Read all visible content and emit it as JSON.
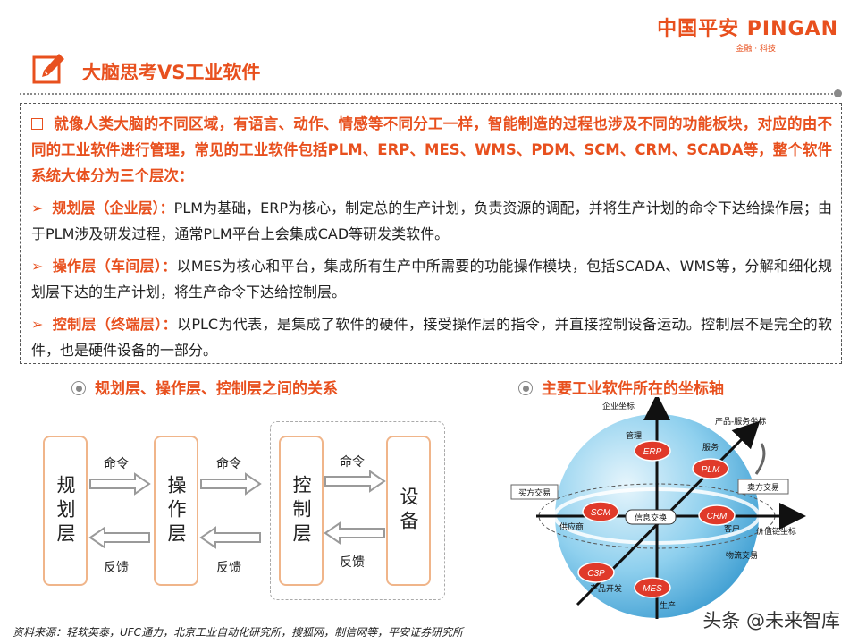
{
  "logo": {
    "text": "中国平安 PINGAN",
    "sub": "金融 · 科技"
  },
  "title": "大脑思考VS工业软件",
  "intro": {
    "text": "就像人类大脑的不同区域，有语言、动作、情感等不同分工一样，智能制造的过程也涉及不同的功能板块，对应的由不同的工业软件进行管理，常见的工业软件包括PLM、ERP、MES、WMS、PDM、SCM、CRM、SCADA等，整个软件系统大体分为三个层次："
  },
  "layers": [
    {
      "name": "规划层（企业层）：",
      "desc": "PLM为基础，ERP为核心，制定总的生产计划，负责资源的调配，并将生产计划的命令下达给操作层；由于PLM涉及研发过程，通常PLM平台上会集成CAD等研发类软件。"
    },
    {
      "name": "操作层（车间层）：",
      "desc": "以MES为核心和平台，集成所有生产中所需要的功能操作模块，包括SCADA、WMS等，分解和细化规划层下达的生产计划，将生产命令下达给控制层。"
    },
    {
      "name": "控制层（终端层）：",
      "desc": "以PLC为代表，是集成了软件的硬件，接受操作层的指令，并直接控制设备运动。控制层不是完全的软件，也是硬件设备的一部分。"
    }
  ],
  "left_section": {
    "title": "规划层、操作层、控制层之间的关系",
    "boxes": [
      "规划层",
      "操作层",
      "控制层",
      "设备"
    ],
    "command": "命令",
    "feedback": "反馈"
  },
  "right_section": {
    "title": "主要工业软件所在的坐标轴",
    "axis_labels": {
      "enterprise": "企业坐标",
      "product_service": "产品-服务坐标",
      "value_chain": "价值链坐标",
      "production": "生产"
    },
    "labels": {
      "management": "管理",
      "service": "服务",
      "supplier": "供应商",
      "customer": "客户",
      "product_dev": "产品开发",
      "info_exchange": "信息交换",
      "buyer_trade": "买方交易",
      "seller_trade": "卖方交易",
      "logistics_trade": "物流交易"
    },
    "nodes": [
      "ERP",
      "PLM",
      "SCM",
      "CRM",
      "C3P",
      "MES"
    ]
  },
  "source": "资料来源：轻软英泰，UFC通力，北京工业自动化研究所，搜狐网，制信网等，平安证券研究所",
  "watermark": "头条 @未来智库",
  "colors": {
    "accent": "#e8501e",
    "box_border": "#f0b58a",
    "globe_node": "#e03a2a",
    "globe_fill": "#7ec6e8"
  }
}
